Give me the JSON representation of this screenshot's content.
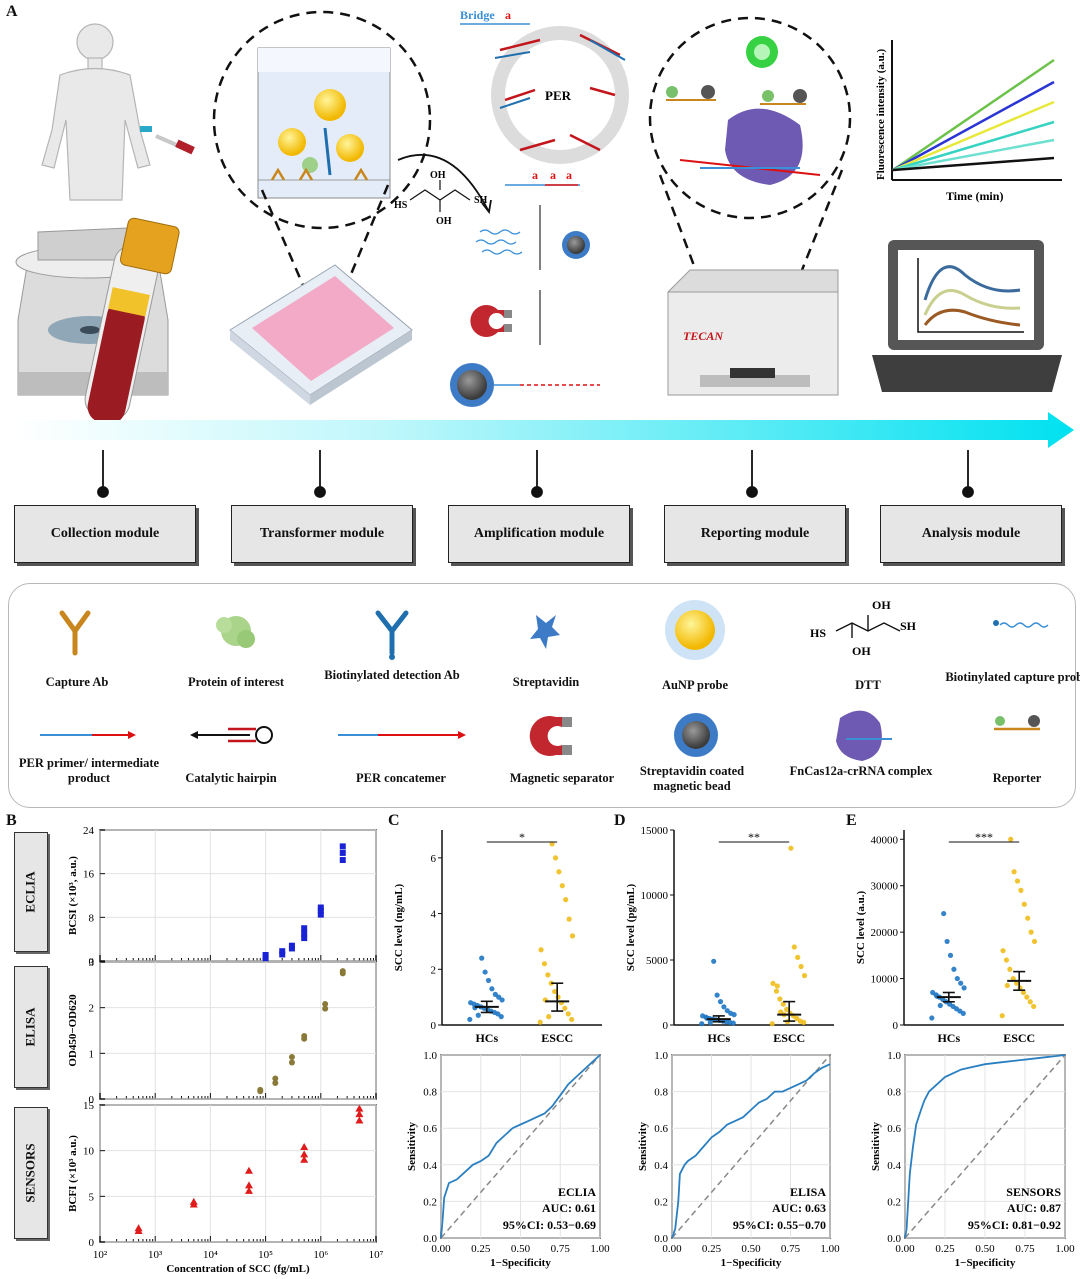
{
  "panels": {
    "a": "A",
    "b": "B",
    "c": "C",
    "d": "D",
    "e": "E"
  },
  "schematic": {
    "bridge_label": "Bridge",
    "per_label": "PER",
    "hs_label": "HS",
    "sh_label": "SH",
    "oh_label": "OH",
    "a_label": "a",
    "tecan_label": "TECAN",
    "fluor_ylabel": "Fluorescence intensity (a.u.)",
    "fluor_xlabel": "Time (min)",
    "fluor_colors": [
      "#6cc24a",
      "#2a35d6",
      "#e8e83a",
      "#36d3c2",
      "#6ee0d0",
      "#111111"
    ]
  },
  "modules": [
    {
      "label": "Collection module"
    },
    {
      "label": "Transformer module"
    },
    {
      "label": "Amplification module"
    },
    {
      "label": "Reporting module"
    },
    {
      "label": "Analysis module"
    }
  ],
  "legend": [
    {
      "label": "Capture Ab",
      "icon": "capture-ab-icon"
    },
    {
      "label": "Protein of interest",
      "icon": "protein-icon"
    },
    {
      "label": "Biotinylated detection Ab",
      "icon": "detection-ab-icon"
    },
    {
      "label": "Streptavidin",
      "icon": "streptavidin-icon"
    },
    {
      "label": "AuNP probe",
      "icon": "aunp-icon"
    },
    {
      "label": "DTT",
      "icon": "dtt-icon"
    },
    {
      "label": "Biotinylated capture probe",
      "icon": "capture-probe-icon"
    },
    {
      "label": "PER primer/ intermediate product",
      "icon": "per-primer-icon"
    },
    {
      "label": "Catalytic hairpin",
      "icon": "hairpin-icon"
    },
    {
      "label": "PER concatemer",
      "icon": "concatemer-icon"
    },
    {
      "label": "Magnetic separator",
      "icon": "magnet-icon"
    },
    {
      "label": "Streptavidin coated magnetic bead",
      "icon": "bead-icon"
    },
    {
      "label": "FnCas12a-crRNA complex",
      "icon": "cas12a-icon"
    },
    {
      "label": "Reporter",
      "icon": "reporter-icon"
    }
  ],
  "chart_data": [
    {
      "type": "scatter",
      "id": "B-ECLIA",
      "panel_tab": "ECLIA",
      "ylabel": "BCSI (×10³, a.u.)",
      "xscale": "log",
      "xlim": [
        100,
        10000000
      ],
      "ylim": [
        0,
        24
      ],
      "yticks": [
        0,
        8,
        16,
        24
      ],
      "color": "#1a22d6",
      "marker": "square",
      "x": [
        100000,
        100000,
        200000,
        200000,
        300000,
        300000,
        500000,
        500000,
        500000,
        1000000,
        1000000,
        1000000,
        2500000,
        2500000,
        2500000
      ],
      "y": [
        0.5,
        1.1,
        1.2,
        1.8,
        2.3,
        2.8,
        4.2,
        5.0,
        6.0,
        8.5,
        9.2,
        9.8,
        18.5,
        19.8,
        21.0
      ]
    },
    {
      "type": "scatter",
      "id": "B-ELISA",
      "panel_tab": "ELISA",
      "ylabel": "OD450−OD620",
      "xscale": "log",
      "xlim": [
        100,
        10000000
      ],
      "ylim": [
        0,
        3
      ],
      "yticks": [
        0,
        1,
        2,
        3
      ],
      "color": "#8a7a3a",
      "marker": "circle",
      "x": [
        80000,
        80000,
        150000,
        150000,
        300000,
        300000,
        500000,
        500000,
        1200000,
        1200000,
        2500000,
        2500000
      ],
      "y": [
        0.17,
        0.2,
        0.35,
        0.45,
        0.8,
        0.92,
        1.32,
        1.38,
        1.98,
        2.08,
        2.75,
        2.8
      ]
    },
    {
      "type": "scatter",
      "id": "B-SENSORS",
      "panel_tab": "SENSORS",
      "ylabel": "BCFI (×10³ a.u.)",
      "xlabel": "Concentration of SCC (fg/mL)",
      "xscale": "log",
      "xlim": [
        100,
        10000000
      ],
      "ylim": [
        0,
        15
      ],
      "yticks": [
        0,
        5,
        10,
        15
      ],
      "color": "#e01b1b",
      "marker": "triangle",
      "xticks": [
        "10²",
        "10³",
        "10⁴",
        "10⁵",
        "10⁶",
        "10⁷"
      ],
      "x": [
        500,
        500,
        5000,
        5000,
        50000,
        50000,
        50000,
        500000,
        500000,
        500000,
        5000000,
        5000000,
        5000000
      ],
      "y": [
        1.2,
        1.5,
        4.1,
        4.4,
        5.6,
        6.2,
        7.8,
        9.0,
        9.6,
        10.4,
        13.3,
        14.0,
        14.6
      ]
    },
    {
      "type": "scatter",
      "id": "C-dot",
      "ylabel": "SCC level (ng/mL)",
      "categories": [
        "HCs",
        "ESCC"
      ],
      "ylim": [
        0,
        7
      ],
      "yticks": [
        0,
        2,
        4,
        6
      ],
      "significance": "*",
      "colors": [
        "#1f77c4",
        "#f0bd1a"
      ],
      "medians": [
        0.65,
        0.85
      ],
      "ci": [
        [
          0.45,
          0.85
        ],
        [
          0.5,
          1.5
        ]
      ],
      "points": [
        [
          0.2,
          0.3,
          0.4,
          0.45,
          0.5,
          0.55,
          0.6,
          0.65,
          0.7,
          0.75,
          0.8,
          0.9,
          1.0,
          1.1,
          1.3,
          1.6,
          1.9,
          2.4,
          0.35,
          0.62
        ],
        [
          0.1,
          0.2,
          0.4,
          0.6,
          0.8,
          1.0,
          1.2,
          1.5,
          1.8,
          2.2,
          2.7,
          3.2,
          3.8,
          4.5,
          5.0,
          5.5,
          6.0,
          6.5,
          0.3,
          0.9
        ]
      ]
    },
    {
      "type": "line",
      "id": "C-roc",
      "xlabel": "1−Specificity",
      "ylabel": "Sensitivity",
      "xlim": [
        0,
        1
      ],
      "ylim": [
        0,
        1
      ],
      "color": "#2a7fc1",
      "label": "ECLIA",
      "auc": "AUC: 0.61",
      "ci_text": "95%CI: 0.53−0.69",
      "x": [
        0,
        0.01,
        0.02,
        0.05,
        0.1,
        0.15,
        0.2,
        0.25,
        0.3,
        0.35,
        0.4,
        0.45,
        0.5,
        0.55,
        0.6,
        0.65,
        0.7,
        0.75,
        0.8,
        0.85,
        0.9,
        0.95,
        1
      ],
      "y": [
        0,
        0.1,
        0.22,
        0.3,
        0.32,
        0.36,
        0.4,
        0.42,
        0.45,
        0.52,
        0.56,
        0.6,
        0.62,
        0.64,
        0.66,
        0.68,
        0.72,
        0.78,
        0.84,
        0.88,
        0.92,
        0.96,
        1
      ]
    },
    {
      "type": "scatter",
      "id": "D-dot",
      "ylabel": "SCC level (pg/mL)",
      "categories": [
        "HCs",
        "ESCC"
      ],
      "ylim": [
        0,
        15000
      ],
      "yticks": [
        0,
        5000,
        10000,
        15000
      ],
      "significance": "**",
      "colors": [
        "#1f77c4",
        "#f0bd1a"
      ],
      "medians": [
        450,
        800
      ],
      "ci": [
        [
          250,
          700
        ],
        [
          300,
          1800
        ]
      ],
      "points": [
        [
          100,
          150,
          200,
          250,
          300,
          350,
          400,
          450,
          500,
          600,
          700,
          800,
          900,
          1100,
          1400,
          1800,
          2300,
          4900,
          180,
          520
        ],
        [
          100,
          200,
          300,
          500,
          700,
          900,
          1200,
          1600,
          2000,
          2600,
          3200,
          3800,
          4500,
          5200,
          6000,
          13600,
          250,
          800,
          1000,
          3000
        ]
      ]
    },
    {
      "type": "line",
      "id": "D-roc",
      "xlabel": "1−Specificity",
      "ylabel": "Sensitivity",
      "xlim": [
        0,
        1
      ],
      "ylim": [
        0,
        1
      ],
      "color": "#2a7fc1",
      "label": "ELISA",
      "auc": "AUC: 0.63",
      "ci_text": "95%CI: 0.55−0.70",
      "x": [
        0,
        0.02,
        0.04,
        0.05,
        0.08,
        0.1,
        0.15,
        0.2,
        0.25,
        0.3,
        0.35,
        0.4,
        0.45,
        0.5,
        0.55,
        0.6,
        0.65,
        0.7,
        0.75,
        0.8,
        0.85,
        0.9,
        0.95,
        1
      ],
      "y": [
        0,
        0.05,
        0.2,
        0.35,
        0.4,
        0.42,
        0.45,
        0.5,
        0.55,
        0.58,
        0.62,
        0.64,
        0.66,
        0.7,
        0.74,
        0.76,
        0.8,
        0.8,
        0.82,
        0.84,
        0.86,
        0.9,
        0.93,
        0.95
      ]
    },
    {
      "type": "scatter",
      "id": "E-dot",
      "ylabel": "SCC level (a.u.)",
      "categories": [
        "HCs",
        "ESCC"
      ],
      "ylim": [
        0,
        42000
      ],
      "yticks": [
        0,
        10000,
        20000,
        30000,
        40000
      ],
      "significance": "***",
      "colors": [
        "#1f77c4",
        "#f0bd1a"
      ],
      "medians": [
        6000,
        9500
      ],
      "ci": [
        [
          5000,
          7000
        ],
        [
          7500,
          11500
        ]
      ],
      "points": [
        [
          1500,
          2500,
          3000,
          3500,
          4000,
          4500,
          5000,
          5500,
          6000,
          6500,
          7000,
          8000,
          9000,
          10000,
          12000,
          15000,
          18000,
          24000,
          4200,
          6200
        ],
        [
          2000,
          4000,
          5000,
          6000,
          7000,
          8000,
          9000,
          10000,
          12000,
          14000,
          16000,
          18000,
          20000,
          23000,
          26000,
          29000,
          31000,
          33000,
          40000,
          8500
        ]
      ]
    },
    {
      "type": "line",
      "id": "E-roc",
      "xlabel": "1−Specificity",
      "ylabel": "Sensitivity",
      "xlim": [
        0,
        1
      ],
      "ylim": [
        0,
        1
      ],
      "color": "#2a7fc1",
      "label": "SENSORS",
      "auc": "AUC: 0.87",
      "ci_text": "95%CI: 0.81−0.92",
      "x": [
        0,
        0.01,
        0.02,
        0.03,
        0.05,
        0.07,
        0.1,
        0.12,
        0.15,
        0.2,
        0.25,
        0.3,
        0.35,
        0.4,
        0.5,
        0.6,
        0.7,
        0.8,
        0.9,
        1
      ],
      "y": [
        0,
        0.05,
        0.2,
        0.35,
        0.5,
        0.62,
        0.7,
        0.75,
        0.8,
        0.84,
        0.88,
        0.9,
        0.92,
        0.93,
        0.95,
        0.96,
        0.97,
        0.98,
        0.99,
        1
      ]
    }
  ]
}
